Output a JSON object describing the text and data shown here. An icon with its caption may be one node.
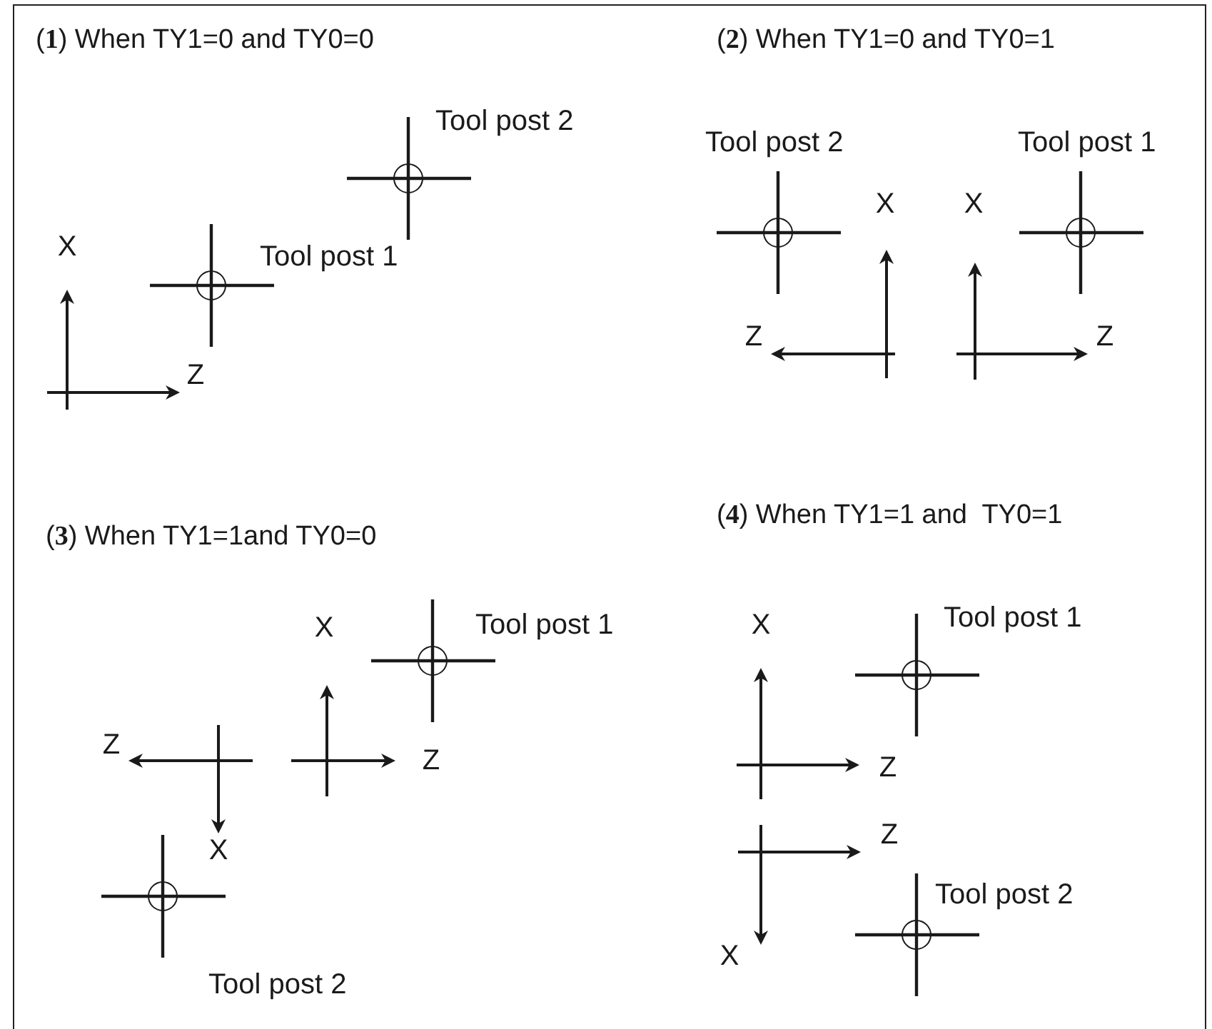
{
  "diagram": {
    "labels": [
      "(**1**) When TY1=0 and TY0=0",
      "Tool post 2",
      "X",
      "Tool post 1",
      "Z",
      "(**2**) When TY1=0 and TY0=1",
      "Tool post 2",
      "Tool post 1",
      "X",
      "X",
      "Z",
      "Z",
      "(**3**) When TY1=1and TY0=0",
      "X",
      "Tool post 1",
      "Z",
      "Z",
      "X",
      "Tool post 2",
      "(**4**) When TY1=1 and  TY0=1",
      "X",
      "Tool post 1",
      "Z",
      "Z",
      "Tool post 2",
      "X"
    ]
  }
}
